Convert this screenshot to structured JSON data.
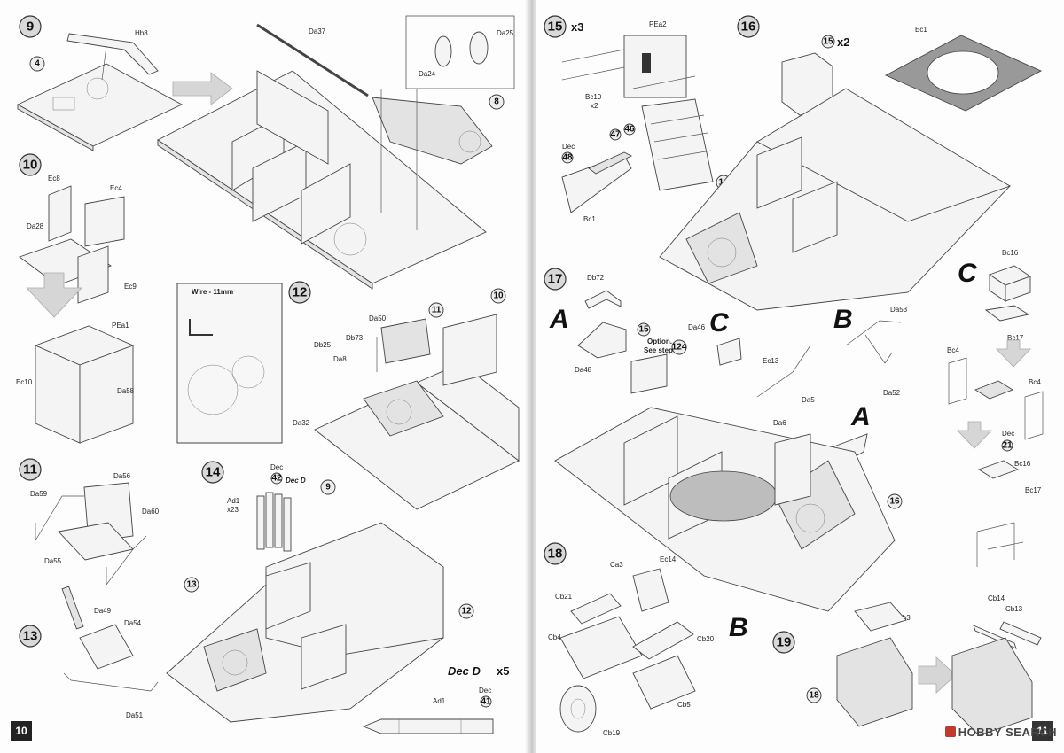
{
  "left_page": {
    "page_number": "10",
    "steps": {
      "s9": {
        "num": "9",
        "labels": {
          "hb8": "Hb8",
          "da37": "Da37",
          "da24": "Da24",
          "da25": "Da25",
          "ref4": "4",
          "ref8": "8"
        }
      },
      "s10": {
        "num": "10",
        "labels": {
          "ec8": "Ec8",
          "ec4": "Ec4",
          "da28": "Da28",
          "ec9": "Ec9",
          "pea1": "PEa1",
          "ec10": "Ec10",
          "da58": "Da58"
        }
      },
      "s11": {
        "num": "11",
        "labels": {
          "da59": "Da59",
          "da56": "Da56",
          "da60": "Da60",
          "da55": "Da55"
        }
      },
      "s12": {
        "num": "12",
        "wire_note": "Wire - 11mm",
        "labels": {
          "db25": "Db25",
          "db73": "Db73",
          "da50": "Da50",
          "da8": "Da8",
          "da32": "Da32",
          "ref9": "9",
          "ref10": "10",
          "ref11": "11"
        }
      },
      "s13": {
        "num": "13",
        "labels": {
          "da49": "Da49",
          "da54": "Da54",
          "da51": "Da51"
        }
      },
      "s14": {
        "num": "14",
        "labels": {
          "ad1": "Ad1",
          "x23": "x23",
          "dec": "Dec",
          "dec42": "42",
          "decd": "Dec D",
          "ref12": "12",
          "ref13": "13"
        }
      }
    },
    "dec_d": {
      "title": "Dec D",
      "mult": "x5",
      "label_ad1": "Ad1",
      "dec": "Dec",
      "dec_num": "41"
    }
  },
  "right_page": {
    "page_number": "11",
    "steps": {
      "s15": {
        "num": "15",
        "mult": "x3",
        "labels": {
          "pea2": "PEa2",
          "bc10": "Bc10",
          "bc10x": "x2",
          "bc1": "Bc1",
          "dec": "Dec",
          "d48": "48",
          "d47": "47",
          "d46": "46"
        }
      },
      "s16": {
        "num": "16",
        "sub_mult": "x2",
        "labels": {
          "ec1": "Ec1",
          "ref14": "14",
          "ref15": "15"
        }
      },
      "s17": {
        "num": "17",
        "labels": {
          "db72": "Db72",
          "da48": "Da48",
          "da46": "Da46",
          "ec13": "Ec13",
          "da53": "Da53",
          "da52": "Da52",
          "da5": "Da5",
          "da6": "Da6",
          "ec14": "Ec14",
          "ref16": "16",
          "ref15": "15",
          "option": "Option.",
          "see_step": "See step",
          "step124": "124"
        }
      },
      "s18": {
        "num": "18",
        "labels": {
          "ca3": "Ca3",
          "cb21": "Cb21",
          "cb4": "Cb4",
          "cb20": "Cb20",
          "cb5": "Cb5",
          "cb19": "Cb19"
        }
      },
      "s19": {
        "num": "19",
        "labels": {
          "cb3": "Cb3",
          "cb14": "Cb14",
          "cb13": "Cb13",
          "ref18": "18"
        }
      }
    },
    "sub_a": "A",
    "sub_b": "B",
    "sub_c": "C",
    "sub_c_labels": {
      "bc16": "Bc16",
      "bc17": "Bc17",
      "bc4": "Bc4",
      "dec": "Dec",
      "dec_num": "21"
    }
  },
  "watermark": "HOBBY SEARCH"
}
